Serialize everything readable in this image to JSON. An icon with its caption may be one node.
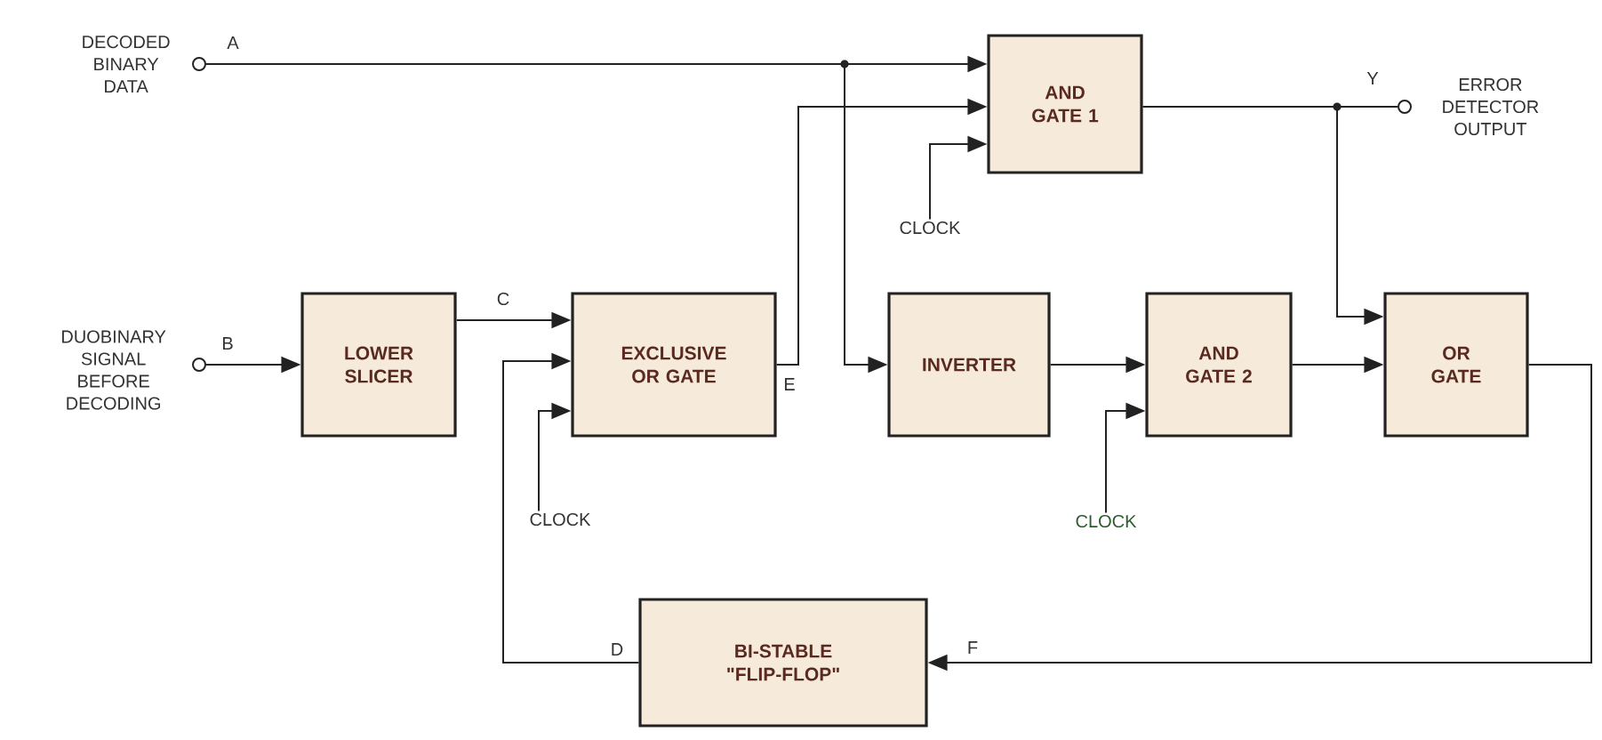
{
  "diagram": {
    "nodes": [
      {
        "text": [],
        "shape": "circle",
        "beside": [
          "DECODED BINARY DATA"
        ]
      },
      {
        "text": [
          "AND GATE 1"
        ]
      },
      {
        "text": [],
        "shape": "circle",
        "beside": [
          "ERROR DETECTOR OUTPUT"
        ]
      },
      {
        "text": [],
        "shape": "circle",
        "beside": [
          "DUOBINARY SIGNAL BEFORE DECODING"
        ]
      },
      {
        "text": [
          "LOWER SLICER"
        ]
      },
      {
        "text": [
          "EXCLUSIVE OR GATE"
        ]
      },
      {
        "text": [
          "INVERTER"
        ]
      },
      {
        "text": [
          "AND GATE 2"
        ]
      },
      {
        "text": [
          "OR GATE"
        ]
      },
      {
        "text": [
          "BI-STABLE \"FLIP-FLOP\""
        ]
      },
      {
        "text": [
          "CLOCK"
        ]
      },
      {
        "text": [
          "CLOCK"
        ]
      },
      {
        "text": [
          "CLOCK"
        ]
      }
    ],
    "edges": [
      {
        "from": 0,
        "to": 1,
        "arrow": "to",
        "label": "A"
      },
      {
        "from": 0,
        "to": 6,
        "arrow": "to"
      },
      {
        "from": 5,
        "to": 1,
        "arrow": "to",
        "label": "E"
      },
      {
        "from": 10,
        "to": 1,
        "arrow": "to"
      },
      {
        "from": 1,
        "to": 2,
        "arrow": "none",
        "label": "Y"
      },
      {
        "from": 1,
        "to": 8,
        "arrow": "to"
      },
      {
        "from": 3,
        "to": 4,
        "arrow": "to",
        "label": "B"
      },
      {
        "from": 4,
        "to": 5,
        "arrow": "to",
        "label": "C"
      },
      {
        "from": 11,
        "to": 5,
        "arrow": "to"
      },
      {
        "from": 9,
        "to": 5,
        "arrow": "to",
        "label": "D"
      },
      {
        "from": 6,
        "to": 7,
        "arrow": "to"
      },
      {
        "from": 12,
        "to": 7,
        "arrow": "to"
      },
      {
        "from": 7,
        "to": 8,
        "arrow": "to"
      },
      {
        "from": 8,
        "to": 9,
        "arrow": "to",
        "label": "F"
      }
    ]
  }
}
